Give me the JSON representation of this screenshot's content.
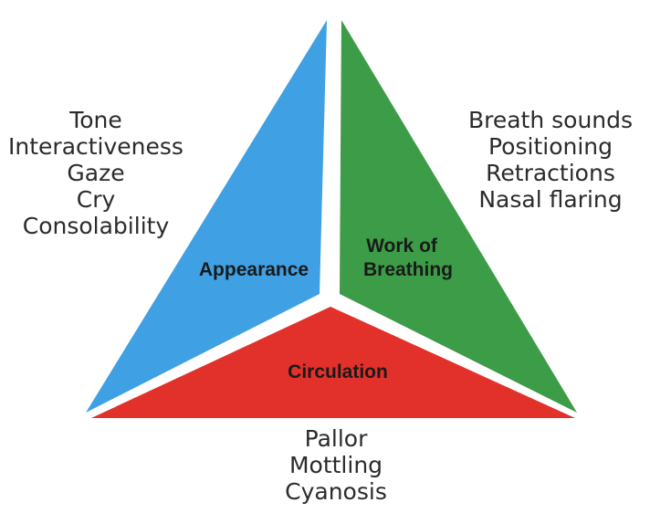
{
  "colors": {
    "appearance": "#3fa0e3",
    "work_of_breathing": "#3c9c47",
    "circulation": "#e2312b"
  },
  "segments": {
    "appearance": {
      "label": "Appearance",
      "items": [
        "Tone",
        "Interactiveness",
        "Gaze",
        "Cry",
        "Consolability"
      ]
    },
    "work_of_breathing": {
      "label_line1": "Work of",
      "label_line2": "Breathing",
      "items": [
        "Breath sounds",
        "Positioning",
        "Retractions",
        "Nasal flaring"
      ]
    },
    "circulation": {
      "label": "Circulation",
      "items": [
        "Pallor",
        "Mottling",
        "Cyanosis"
      ]
    }
  }
}
